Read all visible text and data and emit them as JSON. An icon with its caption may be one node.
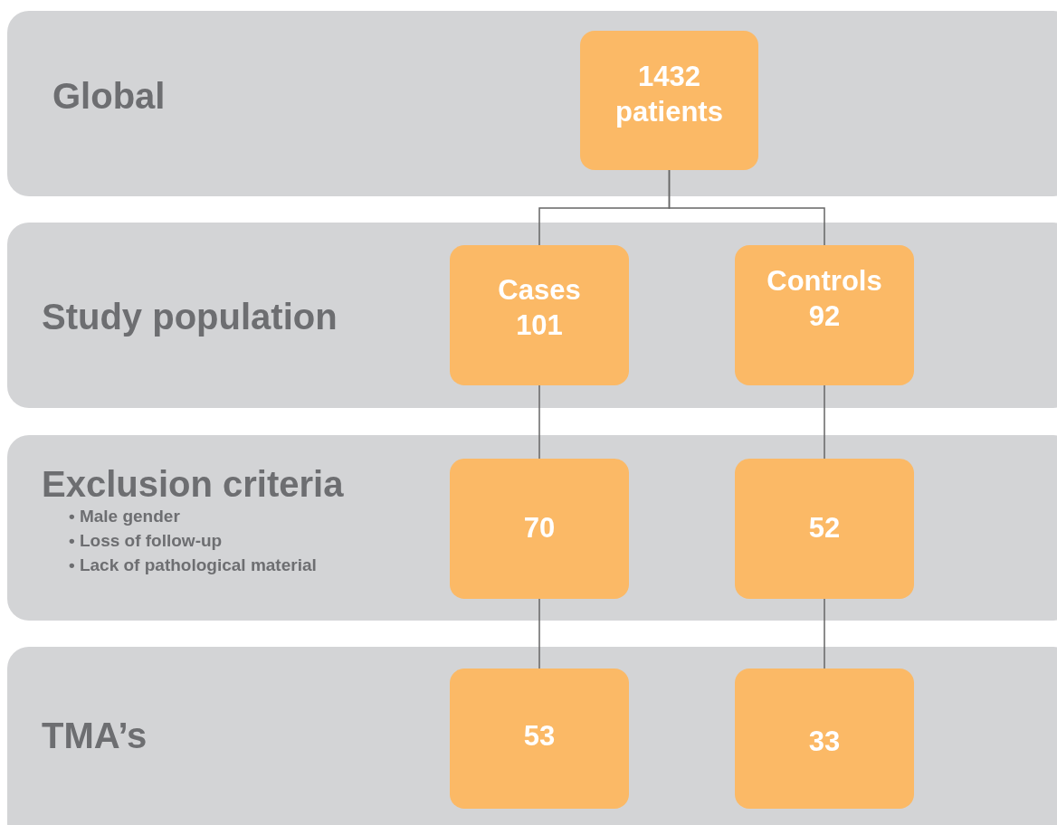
{
  "diagram": {
    "nodes": [
      {
        "text": [
          "Global"
        ]
      },
      {
        "text": [
          "1432 patients"
        ],
        "in": 0
      },
      {
        "text": [
          "Study population"
        ]
      },
      {
        "text": [
          "Cases 101"
        ],
        "in": 2
      },
      {
        "text": [
          "Controls 92"
        ],
        "in": 2
      },
      {
        "text": [
          "Exclusion criteria",
          "• Male gender",
          "• Loss of follow-up",
          "• Lack of pathological material"
        ]
      },
      {
        "text": [
          "70"
        ],
        "in": 5
      },
      {
        "text": [
          "52"
        ],
        "in": 5
      },
      {
        "text": [
          "TMA’s"
        ]
      },
      {
        "text": [
          "53"
        ],
        "in": 8
      },
      {
        "text": [
          "33"
        ],
        "in": 8
      }
    ],
    "edges": [
      {
        "from": 1,
        "to": 3,
        "arrow": "none"
      },
      {
        "from": 1,
        "to": 4,
        "arrow": "none"
      },
      {
        "from": 3,
        "to": 6,
        "arrow": "none"
      },
      {
        "from": 4,
        "to": 7,
        "arrow": "none"
      },
      {
        "from": 6,
        "to": 9,
        "arrow": "none"
      },
      {
        "from": 7,
        "to": 10,
        "arrow": "none"
      }
    ]
  }
}
